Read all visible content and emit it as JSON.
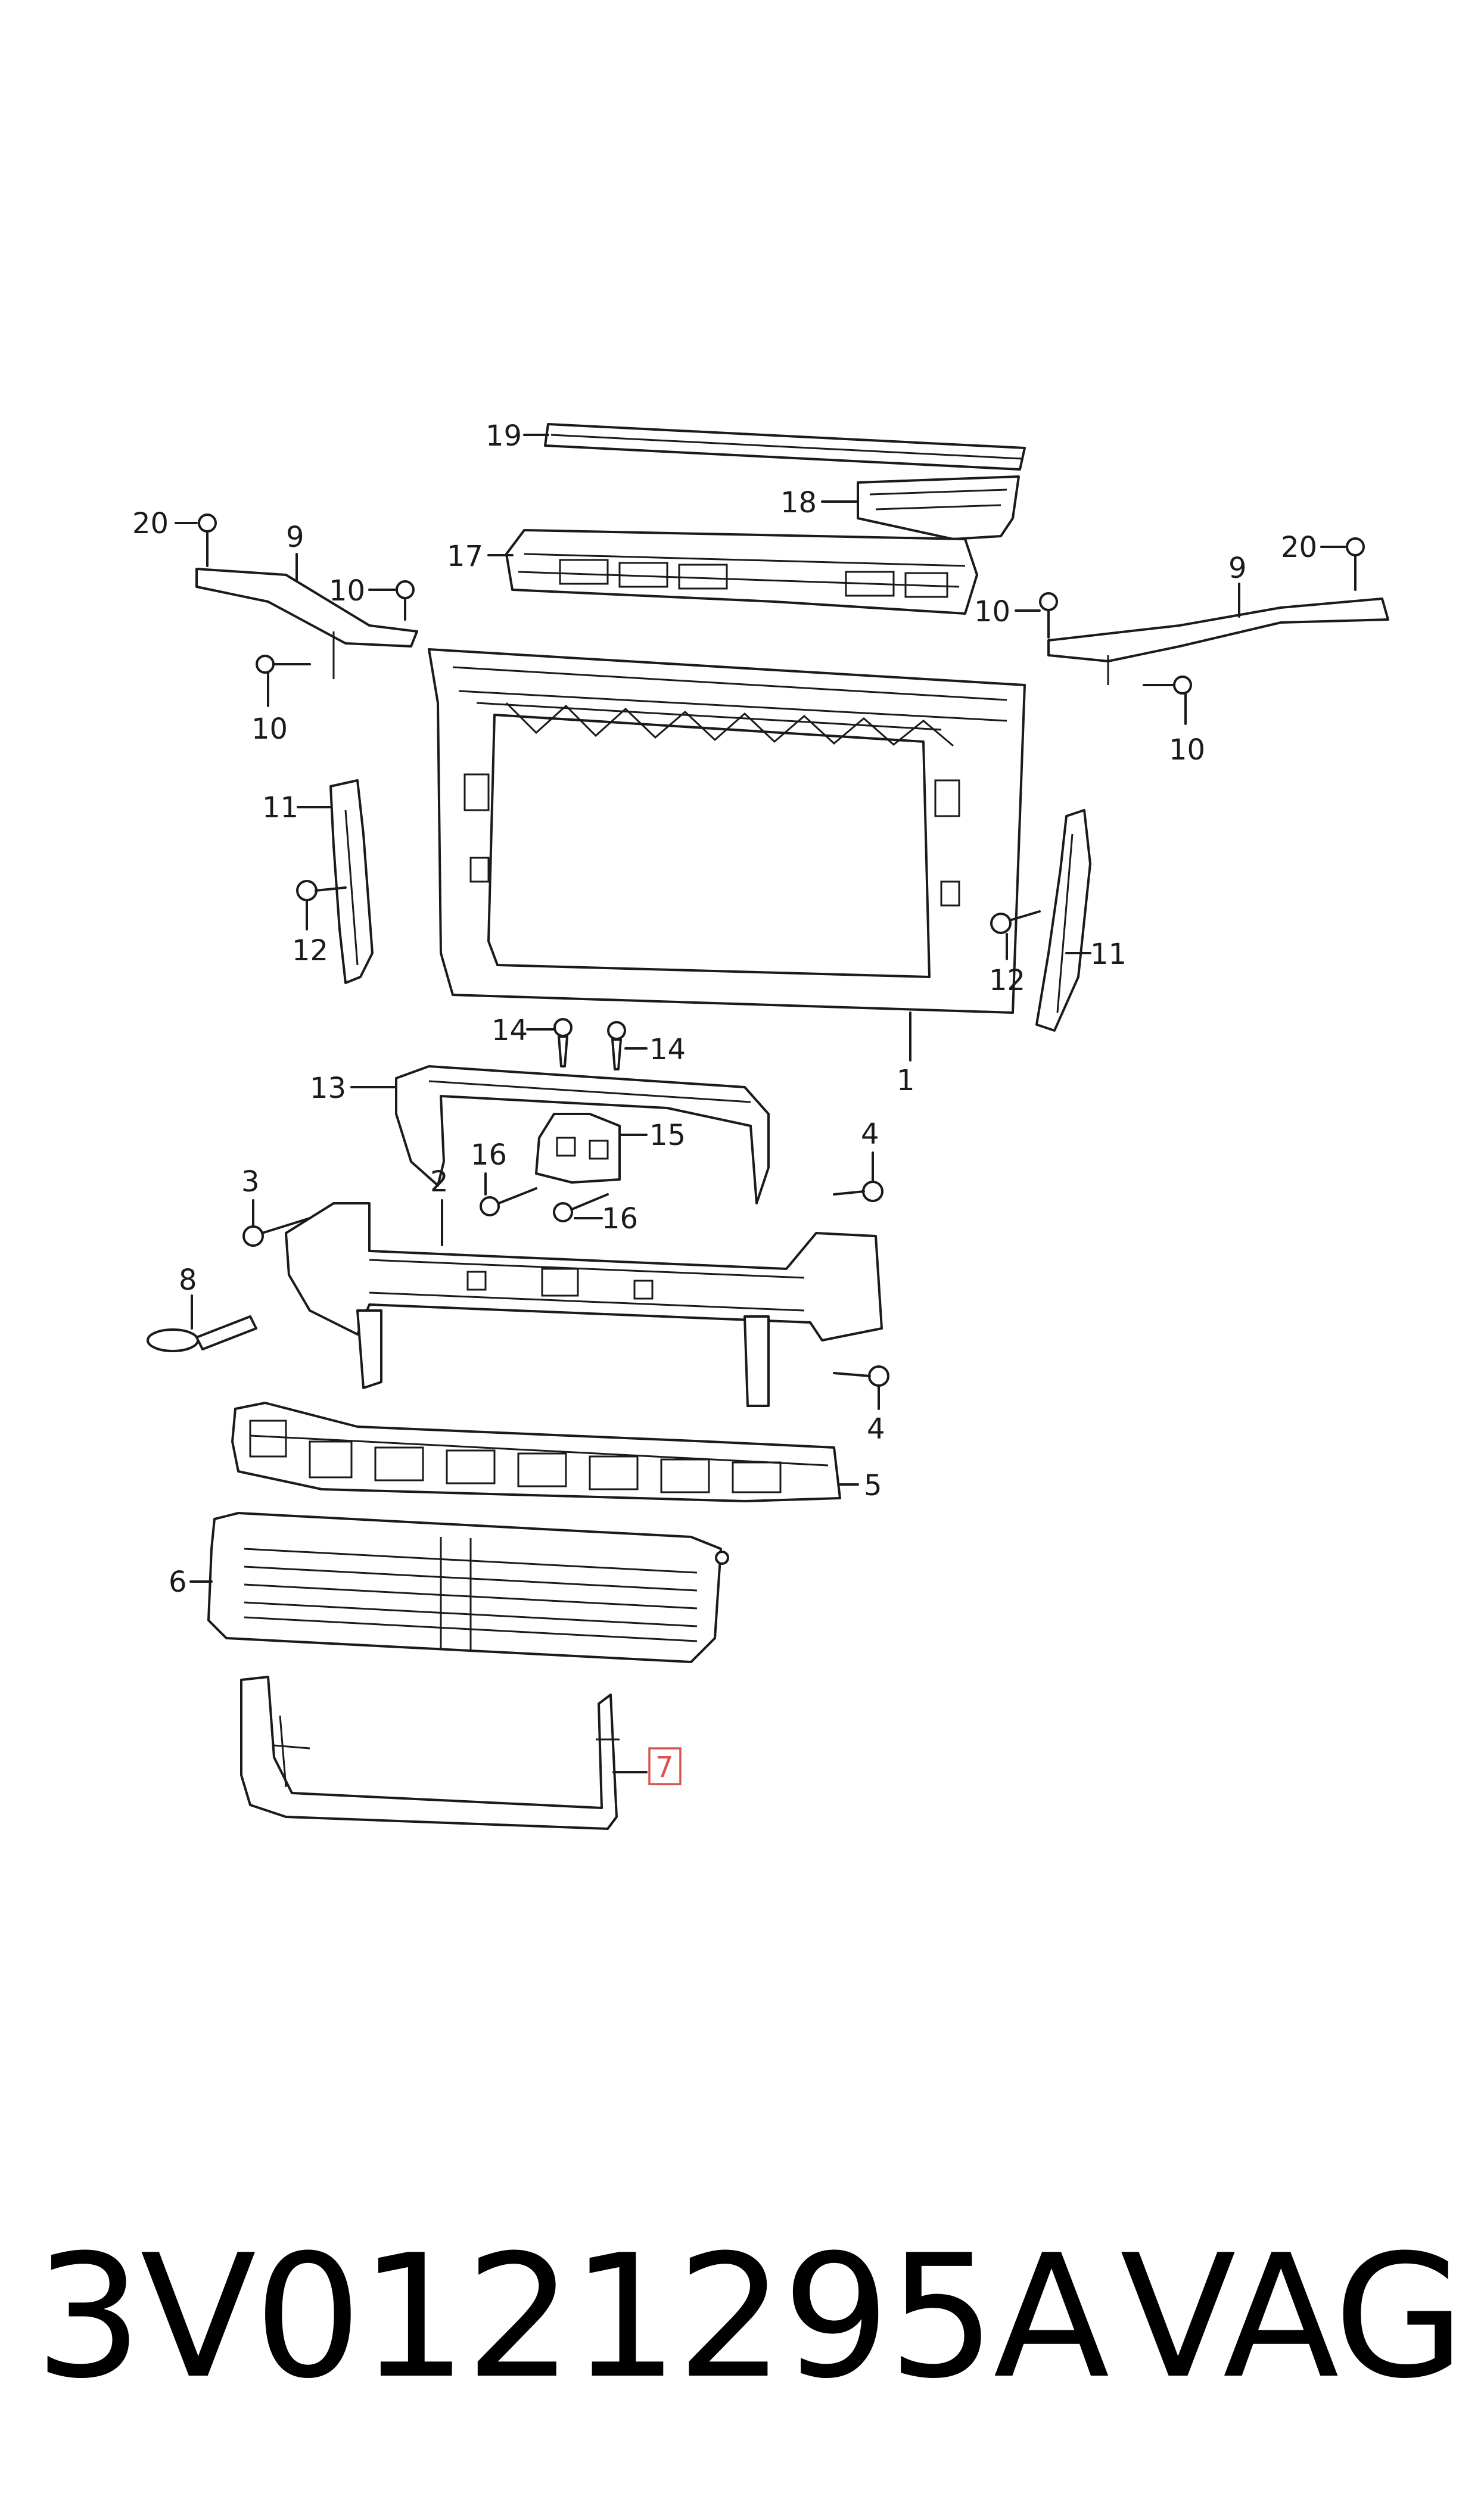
{
  "diagram": {
    "callouts": {
      "c1": "1",
      "c2": "2",
      "c3": "3",
      "c4a": "4",
      "c4b": "4",
      "c5": "5",
      "c6": "6",
      "c7": "7",
      "c8": "8",
      "c9a": "9",
      "c9b": "9",
      "c10a": "10",
      "c10b": "10",
      "c10c": "10",
      "c10d": "10",
      "c11a": "11",
      "c11b": "11",
      "c12a": "12",
      "c12b": "12",
      "c13": "13",
      "c14a": "14",
      "c14b": "14",
      "c15": "15",
      "c16a": "16",
      "c16b": "16",
      "c17": "17",
      "c18": "18",
      "c19": "19",
      "c20a": "20",
      "c20b": "20"
    },
    "highlighted_callout": "7",
    "highlight_color": "#d9534f"
  },
  "footer": {
    "part_number": "3V0121295A",
    "brand": "VAG"
  }
}
